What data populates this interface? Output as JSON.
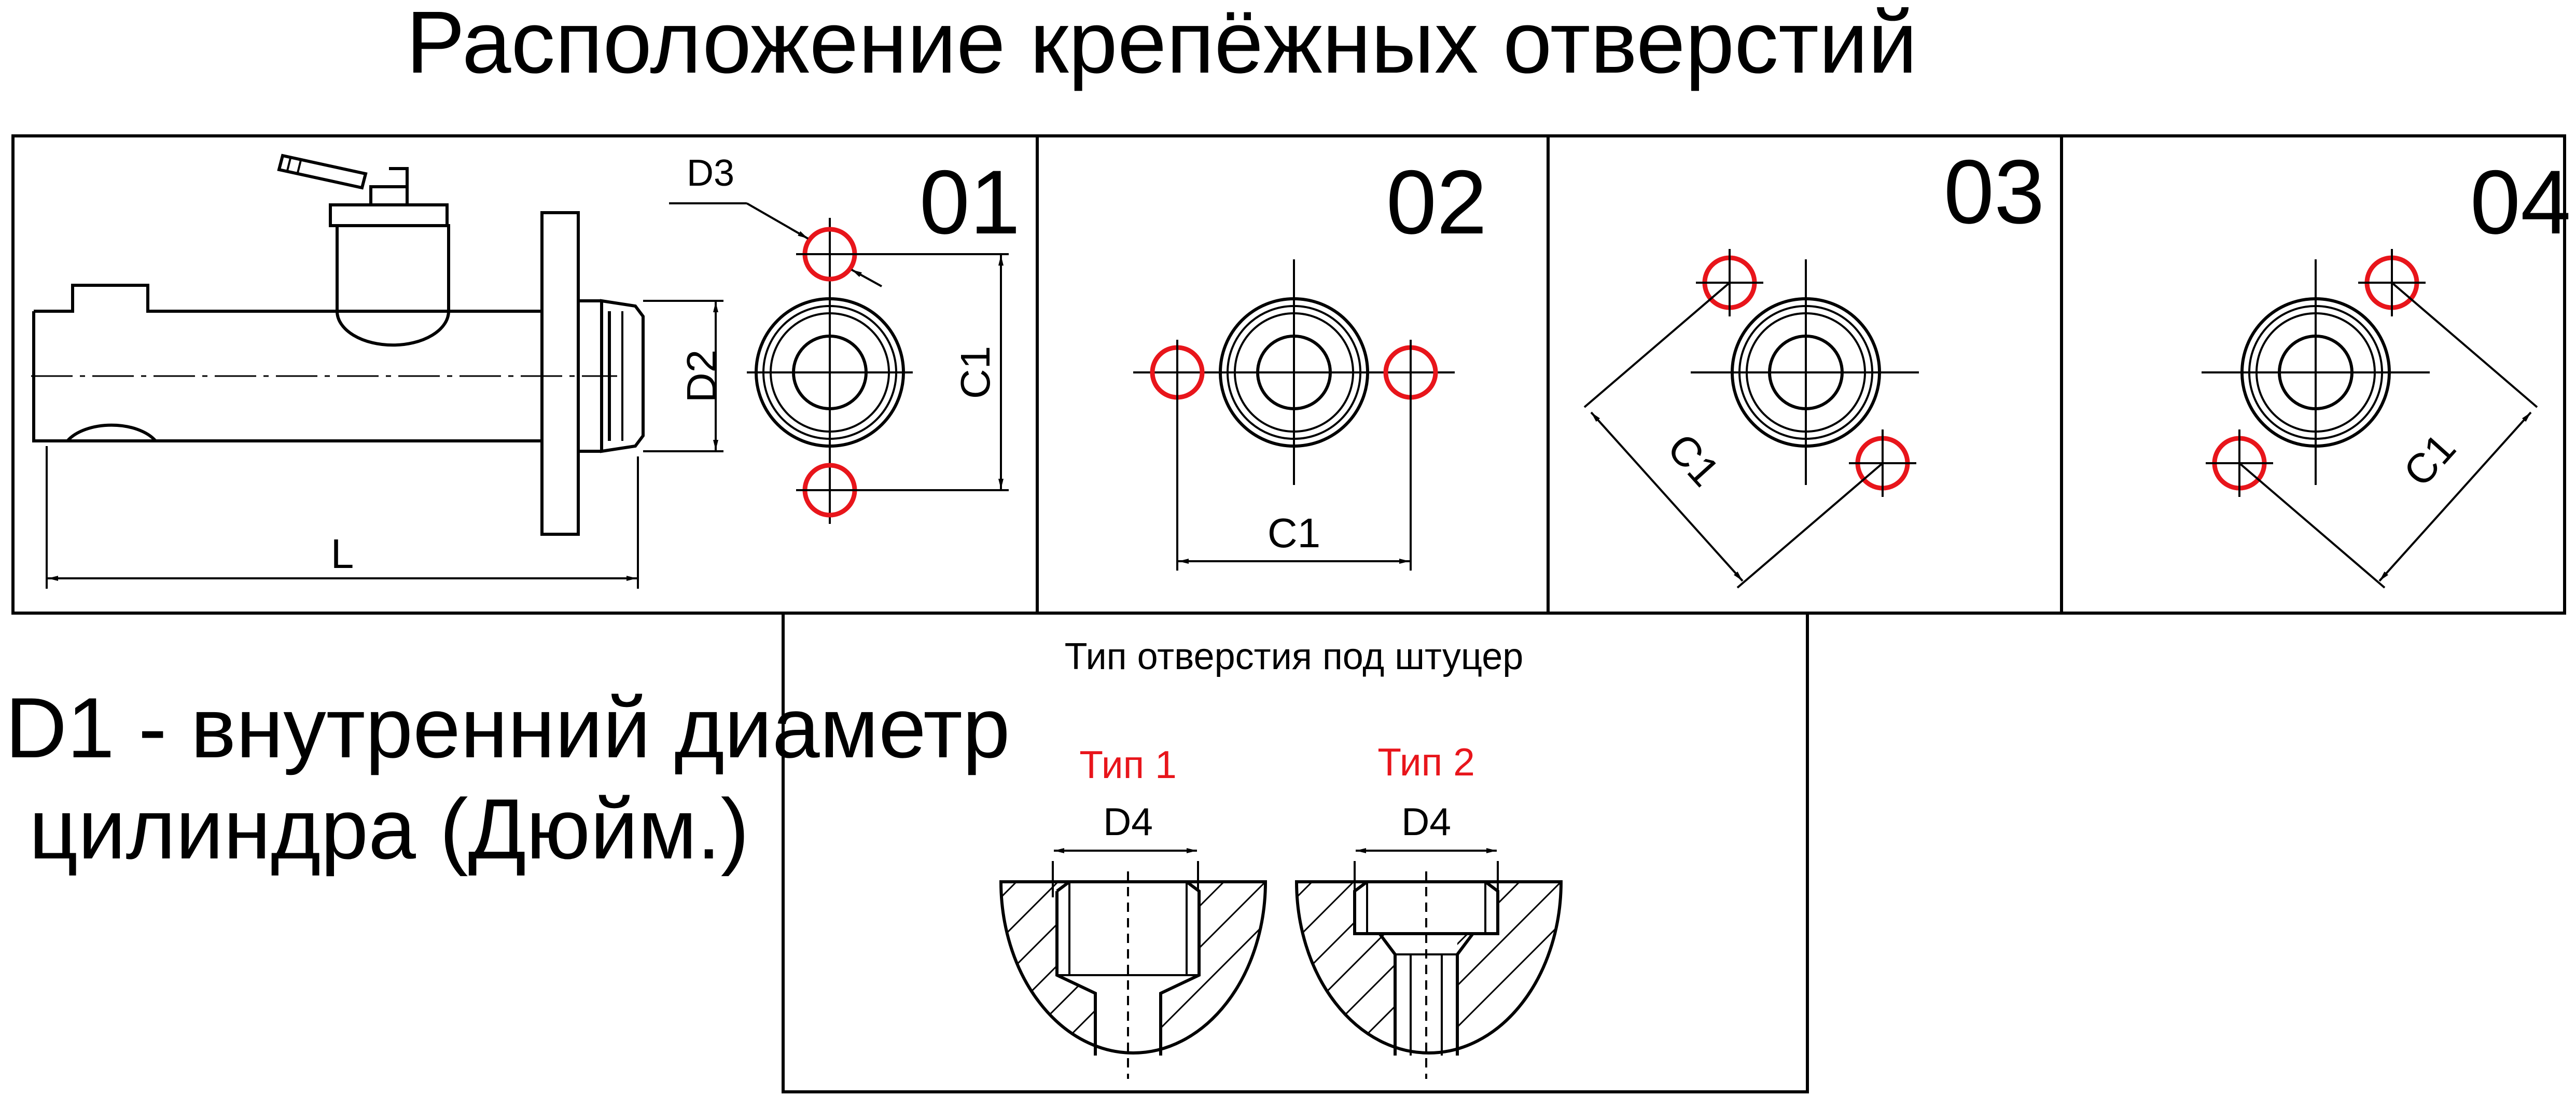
{
  "title": "Расположение крепёжных отверстий",
  "colors": {
    "line": "#000000",
    "hole": "#e8151b",
    "type_label": "#e8151b"
  },
  "panels": [
    {
      "number": "01",
      "dim_labels": {
        "length": "L",
        "d2": "D2",
        "d3": "D3",
        "c1": "C1"
      }
    },
    {
      "number": "02",
      "dim_labels": {
        "c1": "C1"
      }
    },
    {
      "number": "03",
      "dim_labels": {
        "c1": "C1"
      }
    },
    {
      "number": "04",
      "dim_labels": {
        "c1": "C1"
      }
    }
  ],
  "d1_note": {
    "line1": "D1 - внутренний диаметр",
    "line2": " цилиндра (Дюйм.)"
  },
  "fitting": {
    "heading": "Тип отверстия под штуцер",
    "type1": {
      "label": "Тип 1",
      "dim": "D4"
    },
    "type2": {
      "label": "Тип 2",
      "dim": "D4"
    }
  }
}
